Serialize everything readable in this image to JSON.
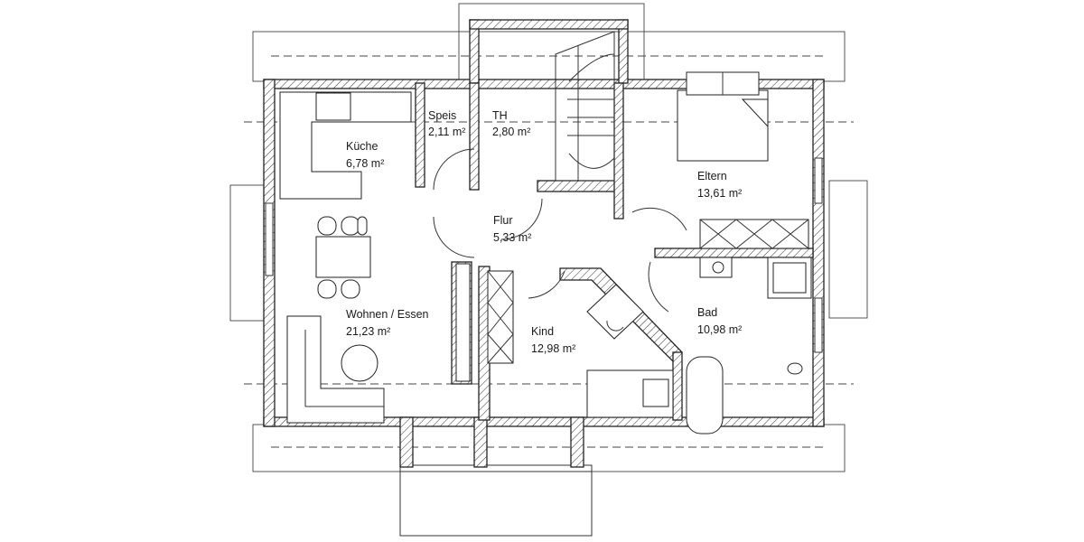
{
  "rooms": [
    {
      "id": "speis",
      "name": "Speis",
      "area": "2,11 m²"
    },
    {
      "id": "th",
      "name": "TH",
      "area": "2,80 m²"
    },
    {
      "id": "kueche",
      "name": "Küche",
      "area": "6,78 m²"
    },
    {
      "id": "eltern",
      "name": "Eltern",
      "area": "13,61 m²"
    },
    {
      "id": "flur",
      "name": "Flur",
      "area": "5,33 m²"
    },
    {
      "id": "wohnen",
      "name": "Wohnen / Essen",
      "area": "21,23 m²"
    },
    {
      "id": "bad",
      "name": "Bad",
      "area": "10,98 m²"
    },
    {
      "id": "kind",
      "name": "Kind",
      "area": "12,98 m²"
    }
  ]
}
